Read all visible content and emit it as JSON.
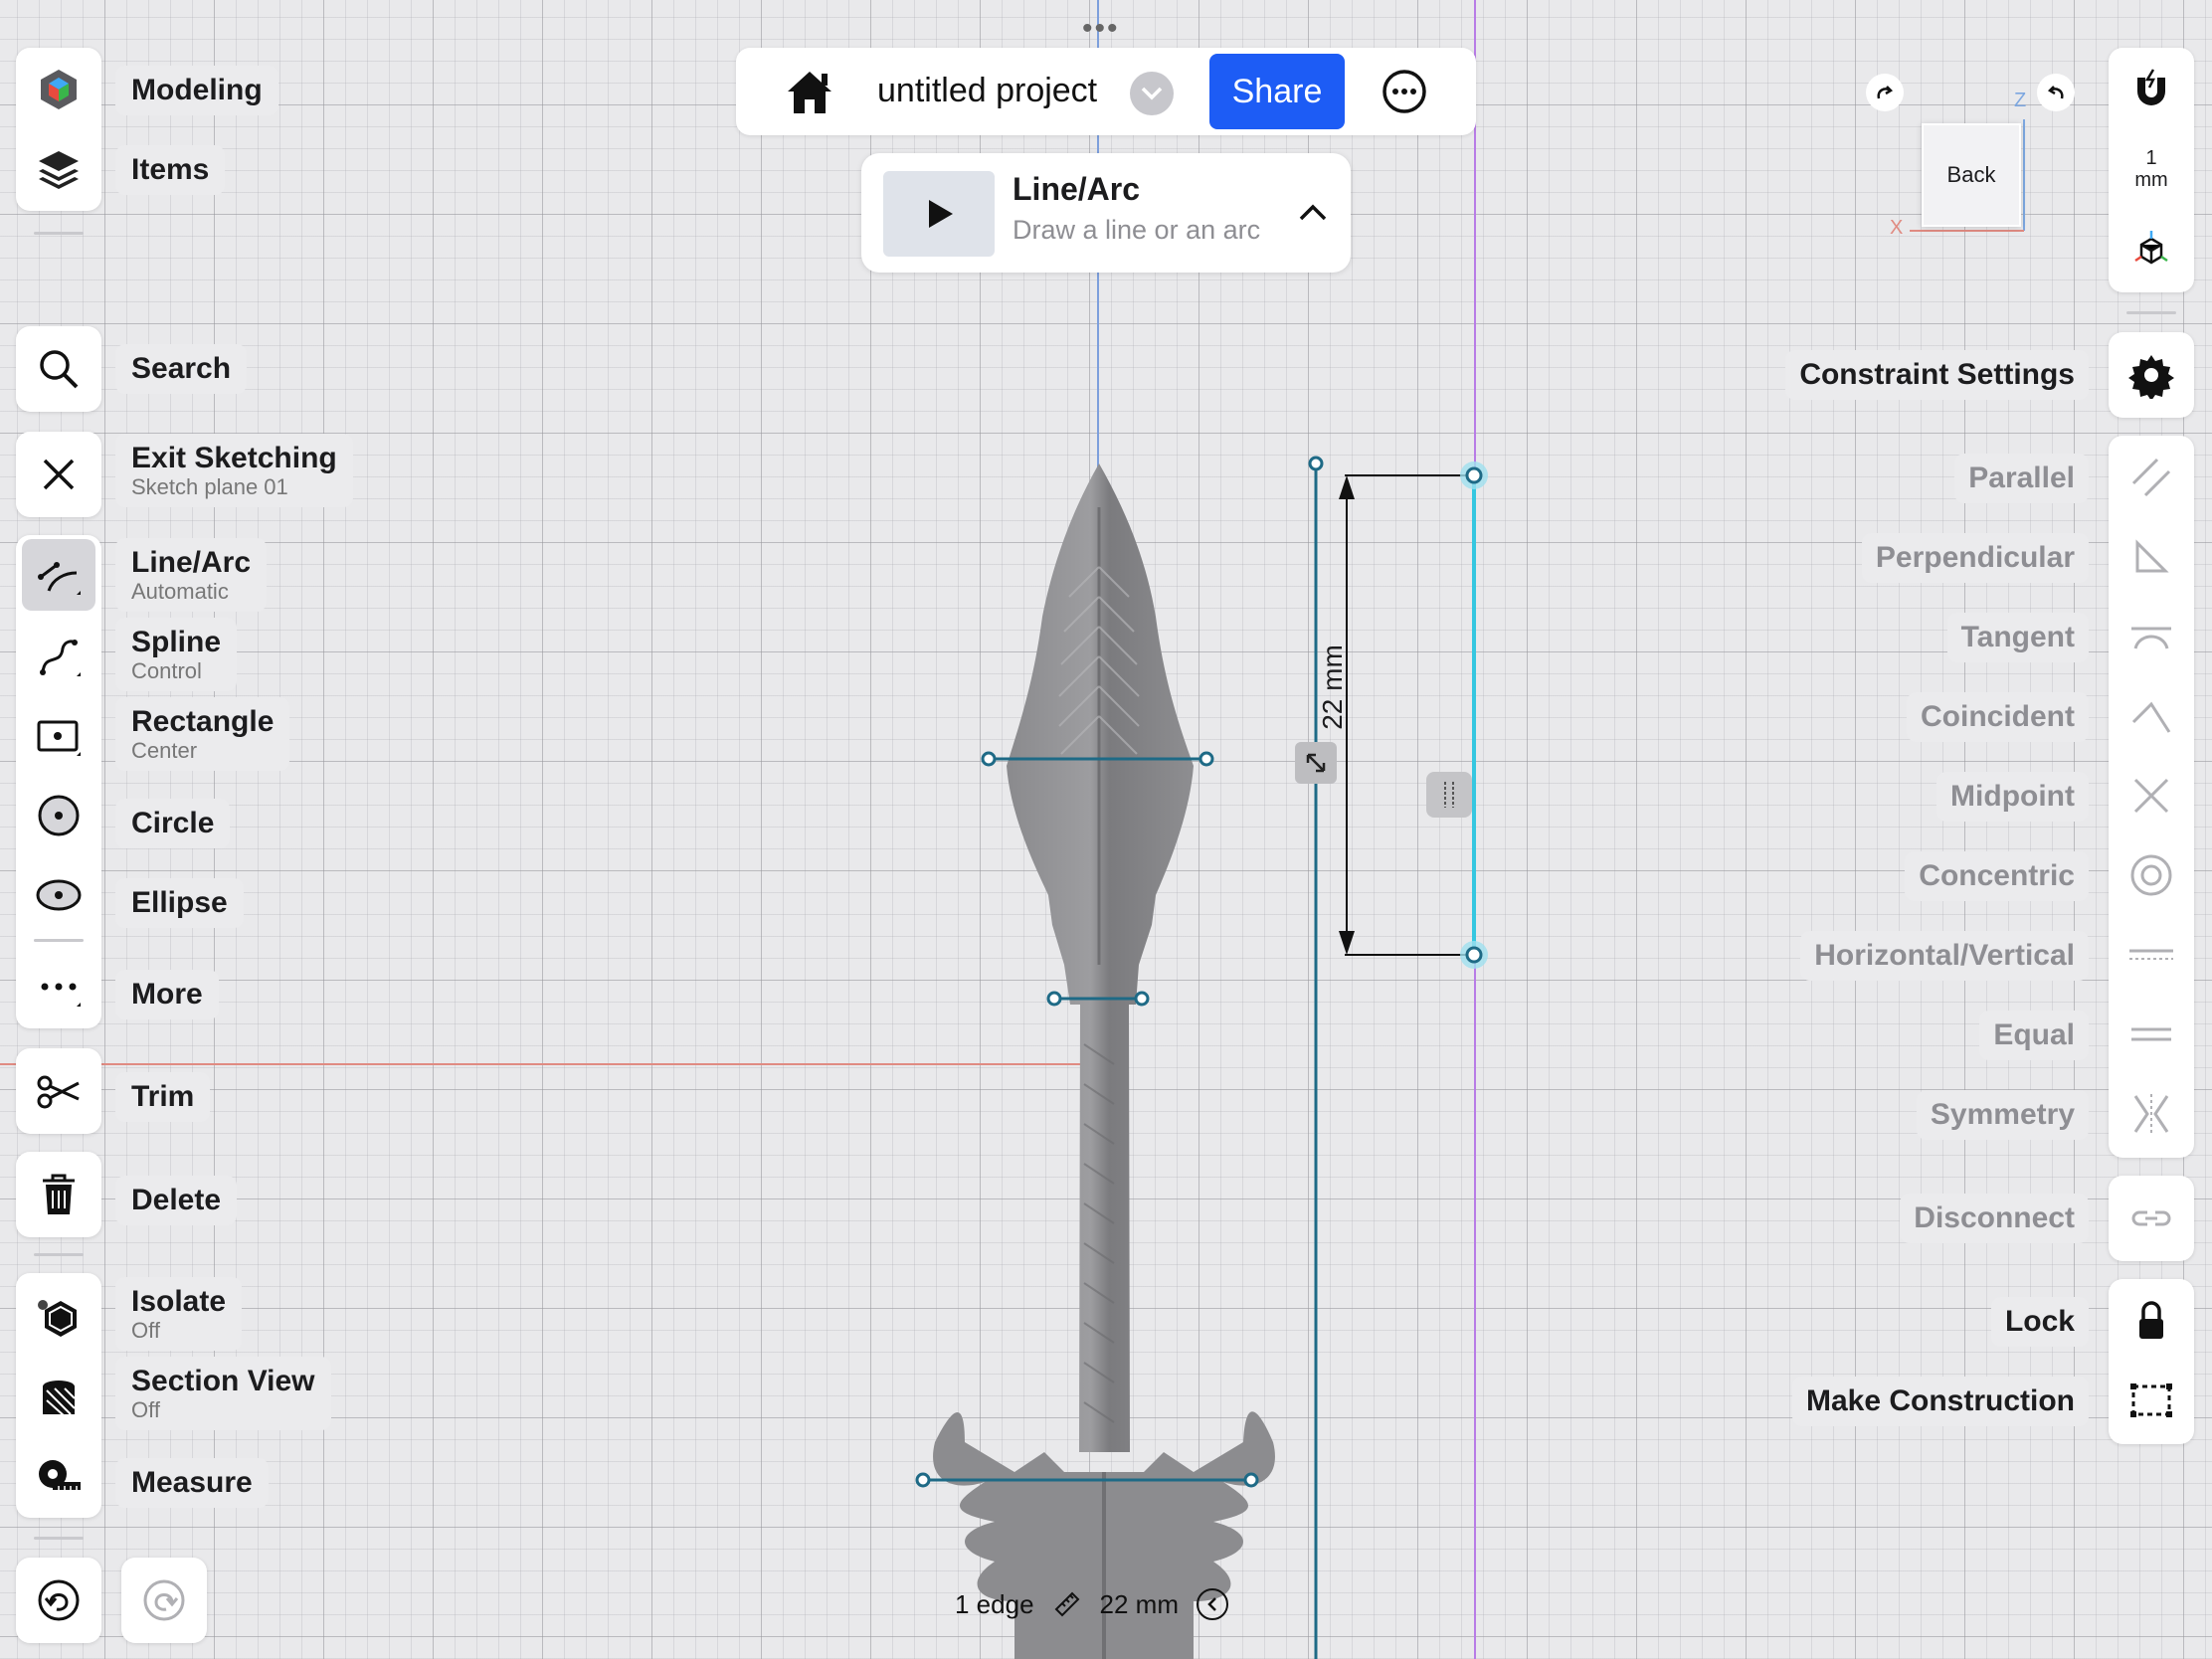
{
  "top": {
    "project_name": "untitled project",
    "share_label": "Share"
  },
  "hint": {
    "title": "Line/Arc",
    "subtitle": "Draw a line or an arc"
  },
  "left_toolbar": {
    "modeling": "Modeling",
    "items": "Items",
    "search": "Search",
    "exit_sketching": "Exit Sketching",
    "sketch_plane": "Sketch plane 01",
    "line_arc": "Line/Arc",
    "line_arc_mode": "Automatic",
    "spline": "Spline",
    "spline_mode": "Control",
    "rectangle": "Rectangle",
    "rectangle_mode": "Center",
    "circle": "Circle",
    "ellipse": "Ellipse",
    "more": "More",
    "trim": "Trim",
    "delete": "Delete",
    "isolate": "Isolate",
    "isolate_state": "Off",
    "section_view": "Section View",
    "section_view_state": "Off",
    "measure": "Measure"
  },
  "view_cube": {
    "face": "Back",
    "axis_z": "Z",
    "axis_x": "X"
  },
  "right_toolbar": {
    "unit_value": "1",
    "unit": "mm",
    "constraint_settings": "Constraint Settings",
    "constraints": [
      "Parallel",
      "Perpendicular",
      "Tangent",
      "Coincident",
      "Midpoint",
      "Concentric",
      "Horizontal/Vertical",
      "Equal",
      "Symmetry"
    ],
    "disconnect": "Disconnect",
    "lock": "Lock",
    "make_construction": "Make Construction"
  },
  "canvas": {
    "dimension_label": "22 mm"
  },
  "status": {
    "selection": "1 edge",
    "length": "22 mm"
  },
  "colors": {
    "accent": "#1d5cf5",
    "selected_line": "#35c7e0",
    "sketch_line": "#1e6a86",
    "x_axis": "#e07a70",
    "y_axis": "#6f95d8",
    "ref_line": "#b57ae8"
  }
}
